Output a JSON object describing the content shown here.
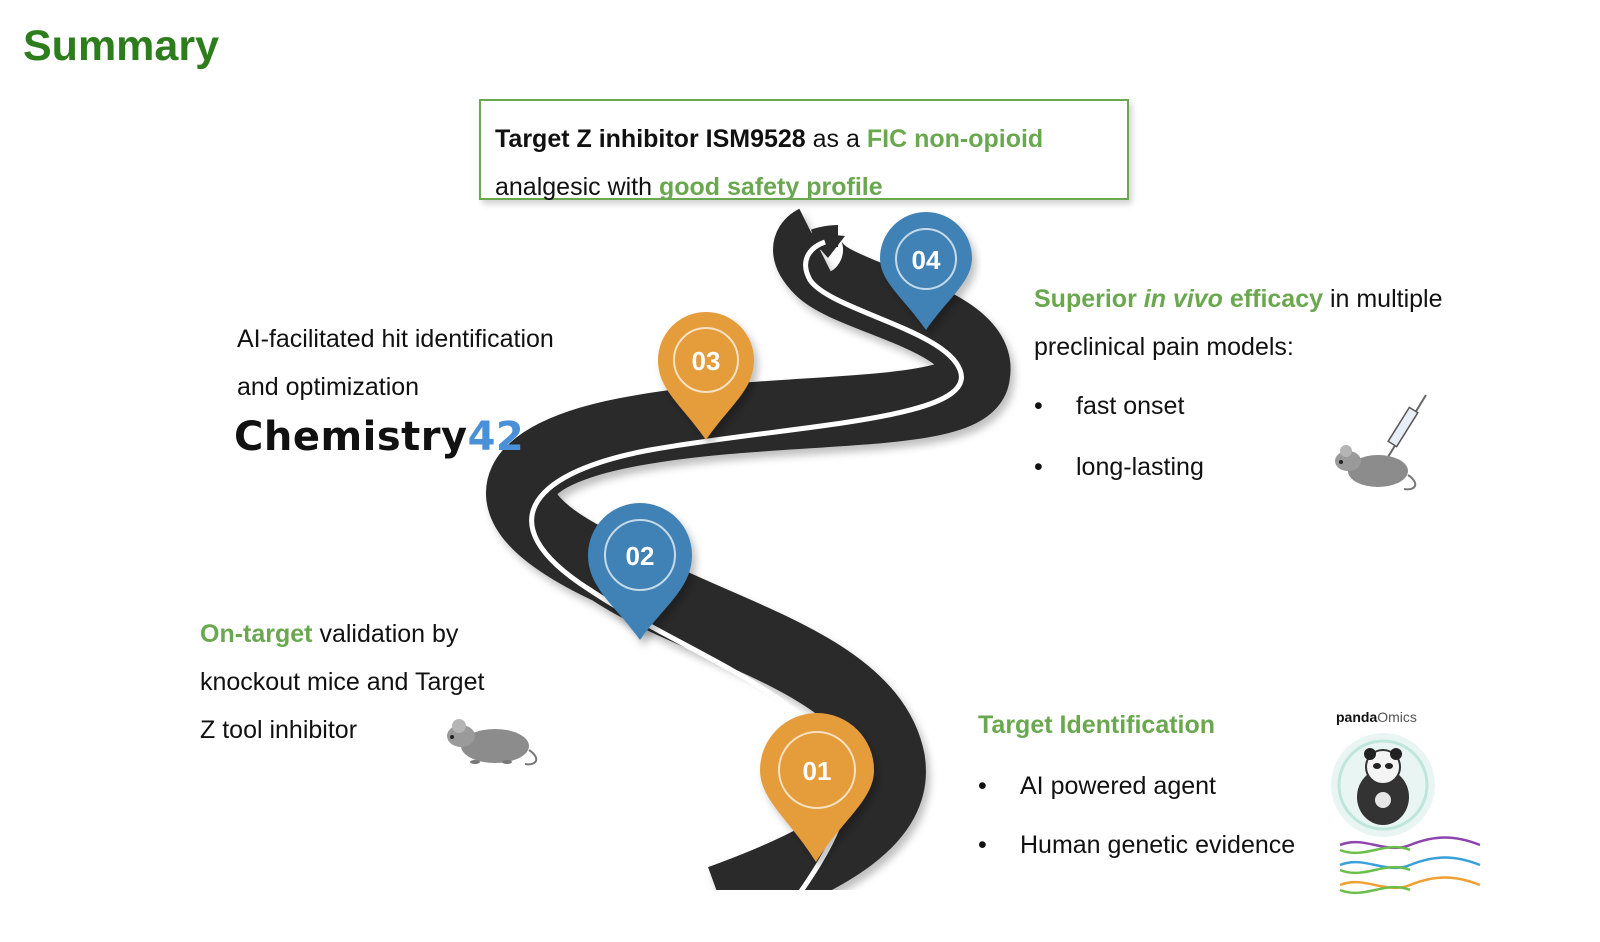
{
  "title": "Summary",
  "goal": {
    "part1": "Target Z inhibitor ISM9528",
    "part2": " as a ",
    "part3": "FIC non-opioid",
    "part4": "analgesic with ",
    "part5": "good safety profile"
  },
  "milestones": [
    {
      "number": "01",
      "color": "#e59c3a"
    },
    {
      "number": "02",
      "color": "#3f82b5"
    },
    {
      "number": "03",
      "color": "#e59c3a"
    },
    {
      "number": "04",
      "color": "#3f82b5"
    }
  ],
  "step1": {
    "heading": "Target Identification",
    "bullets": [
      "AI powered agent",
      "Human genetic evidence"
    ],
    "logo_text_bold": "panda",
    "logo_text": "Omics"
  },
  "step2": {
    "highlight": "On-target",
    "line1_rest": " validation by",
    "line2": "knockout mice and Target",
    "line3": "Z tool inhibitor"
  },
  "step3": {
    "line1": "AI-facilitated hit identification",
    "line2": "and optimization",
    "logo_main": "Chemistry",
    "logo_num": "42"
  },
  "step4": {
    "highlight1": "Superior ",
    "highlight2": "in vivo",
    "highlight3": " efficacy",
    "line1_rest": " in multiple",
    "line2": "preclinical pain models:",
    "bullets": [
      "fast onset",
      "long-lasting"
    ]
  },
  "colors": {
    "accent_green": "#6aa84f",
    "title_green": "#2e7d1c",
    "road": "#2b2b2b",
    "orange_pin": "#e59c3a",
    "blue_pin": "#3f82b5"
  }
}
